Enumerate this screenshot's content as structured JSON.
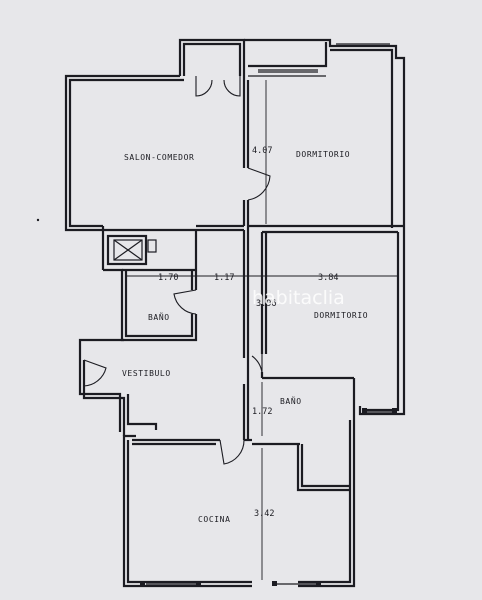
{
  "rooms": {
    "salon_comedor": "SALON-COMEDOR",
    "dormitorio_1": "DORMITORIO",
    "dormitorio_2": "DORMITORIO",
    "bano_1": "BAÑO",
    "bano_2": "BAÑO",
    "vestibulo": "VESTIBULO",
    "cocina": "COCINA"
  },
  "dimensions": {
    "d_407": "4.07",
    "d_170": "1.70",
    "d_117": "1.17",
    "d_384": "3.84",
    "d_396": "3.96",
    "d_172": "1.72",
    "d_342": "3.42"
  },
  "watermark": "habitaclia"
}
